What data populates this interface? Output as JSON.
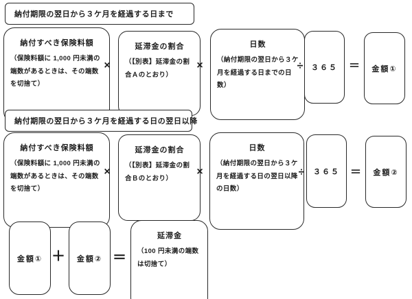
{
  "diagram": {
    "ops": {
      "multiply": "×",
      "divide": "÷",
      "equals": "＝",
      "plus": "＋"
    },
    "section1": {
      "title": "納付期限の翌日から３ケ月を経過する日まで",
      "premium": {
        "title": "納付すべき保険料額",
        "note": "（保険料額に 1,000 円未満の端数があるときは、その端数を切捨て）"
      },
      "rate": {
        "title": "延滞金の割合",
        "note": "（【別表】延滞金の割合Ａのとおり）"
      },
      "days": {
        "title": "日数",
        "note": "（納付期限の翌日から３ケ月を経過する日までの日数）"
      },
      "days_per_year": "３６５",
      "result": "金額①"
    },
    "section2": {
      "title": "納付期限の翌日から３ケ月を経過する日の翌日以降",
      "premium": {
        "title": "納付すべき保険料額",
        "note": "（保険料額に 1,000 円未満の端数があるときは、その端数を切捨て）"
      },
      "rate": {
        "title": "延滞金の割合",
        "note": "（【別表】延滞金の割合Ｂのとおり）"
      },
      "days": {
        "title": "日数",
        "note": "（納付期限の翌日から３ケ月を経過する日の翌日以降の日数）"
      },
      "days_per_year": "３６５",
      "result": "金額②"
    },
    "section3": {
      "amount1": "金額①",
      "amount2": "金額②",
      "total": {
        "title": "延滞金",
        "note": "（100 円未満の端数は切捨て）"
      }
    }
  }
}
